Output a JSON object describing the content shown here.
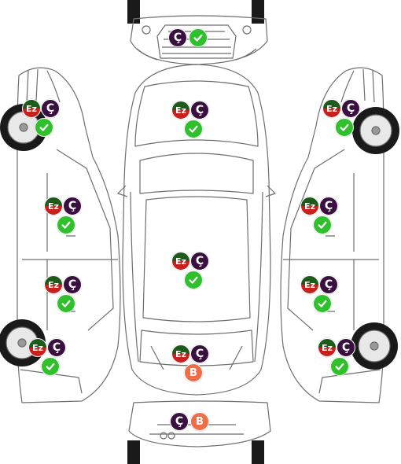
{
  "labels": {
    "ez": "Ez",
    "cizik": "Ç",
    "boya": "B",
    "ok": "✓"
  },
  "colors": {
    "ez_top": "#1d5b18",
    "ez_bottom": "#c8211c",
    "cizik": "#3a1041",
    "boya": "#f06e47",
    "ok": "#2fc12b",
    "outline": "#6e6e6e",
    "tire": "#1a1a1a"
  },
  "panels": [
    {
      "id": "front-bumper",
      "marks": [
        "cizik",
        "ok"
      ]
    },
    {
      "id": "left-front-fender",
      "marks": [
        "ez",
        "cizik",
        "ok"
      ]
    },
    {
      "id": "left-front-door",
      "marks": [
        "ez",
        "cizik",
        "ok"
      ]
    },
    {
      "id": "left-rear-door",
      "marks": [
        "ez",
        "cizik",
        "ok"
      ]
    },
    {
      "id": "left-rear-quarter",
      "marks": [
        "ez",
        "cizik",
        "ok"
      ]
    },
    {
      "id": "hood",
      "marks": [
        "ez",
        "cizik",
        "ok"
      ]
    },
    {
      "id": "roof",
      "marks": [
        "ez",
        "cizik",
        "ok"
      ]
    },
    {
      "id": "trunk",
      "marks": [
        "ez",
        "cizik",
        "boya"
      ]
    },
    {
      "id": "right-front-fender",
      "marks": [
        "ez",
        "cizik",
        "ok"
      ]
    },
    {
      "id": "right-front-door",
      "marks": [
        "ez",
        "cizik",
        "ok"
      ]
    },
    {
      "id": "right-rear-door",
      "marks": [
        "ez",
        "cizik",
        "ok"
      ]
    },
    {
      "id": "right-rear-quarter",
      "marks": [
        "ez",
        "cizik",
        "ok"
      ]
    },
    {
      "id": "rear-bumper",
      "marks": [
        "cizik",
        "boya"
      ]
    }
  ]
}
